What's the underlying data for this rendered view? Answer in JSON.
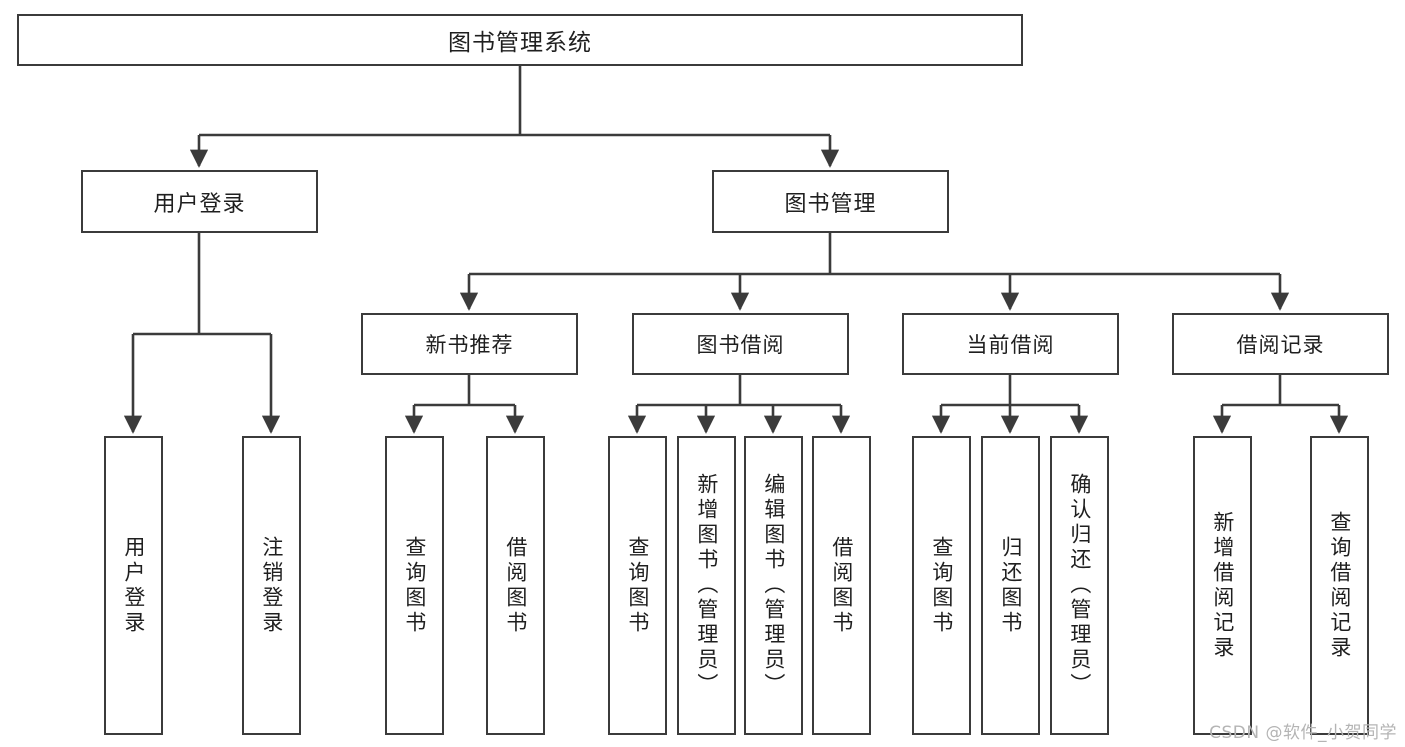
{
  "diagram": {
    "title": "图书管理系统",
    "watermark": "CSDN @软件_小贺同学",
    "colors": {
      "box_border": "#3b3b3b",
      "box_fill": "#ffffff",
      "edge": "#3b3b3b",
      "text": "#1f1f1f",
      "watermark": "#b4b4b4",
      "background": "#ffffff"
    },
    "nodes": {
      "root": "图书管理系统",
      "user_login": "用户登录",
      "book_manage": "图书管理",
      "new_book_rec": "新书推荐",
      "book_borrow": "图书借阅",
      "current_borrow": "当前借阅",
      "borrow_record": "借阅记录",
      "leaf_user_login": "用户登录",
      "leaf_logout": "注销登录",
      "leaf_query_book_1": "查询图书",
      "leaf_borrow_book_1": "借阅图书",
      "leaf_query_book_2": "查询图书",
      "leaf_add_book_admin": "新增图书（管理员）",
      "leaf_edit_book_admin": "编辑图书（管理员）",
      "leaf_borrow_book_2": "借阅图书",
      "leaf_query_book_3": "查询图书",
      "leaf_return_book": "归还图书",
      "leaf_confirm_return_admin": "确认归还（管理员）",
      "leaf_add_record": "新增借阅记录",
      "leaf_query_record": "查询借阅记录"
    }
  }
}
